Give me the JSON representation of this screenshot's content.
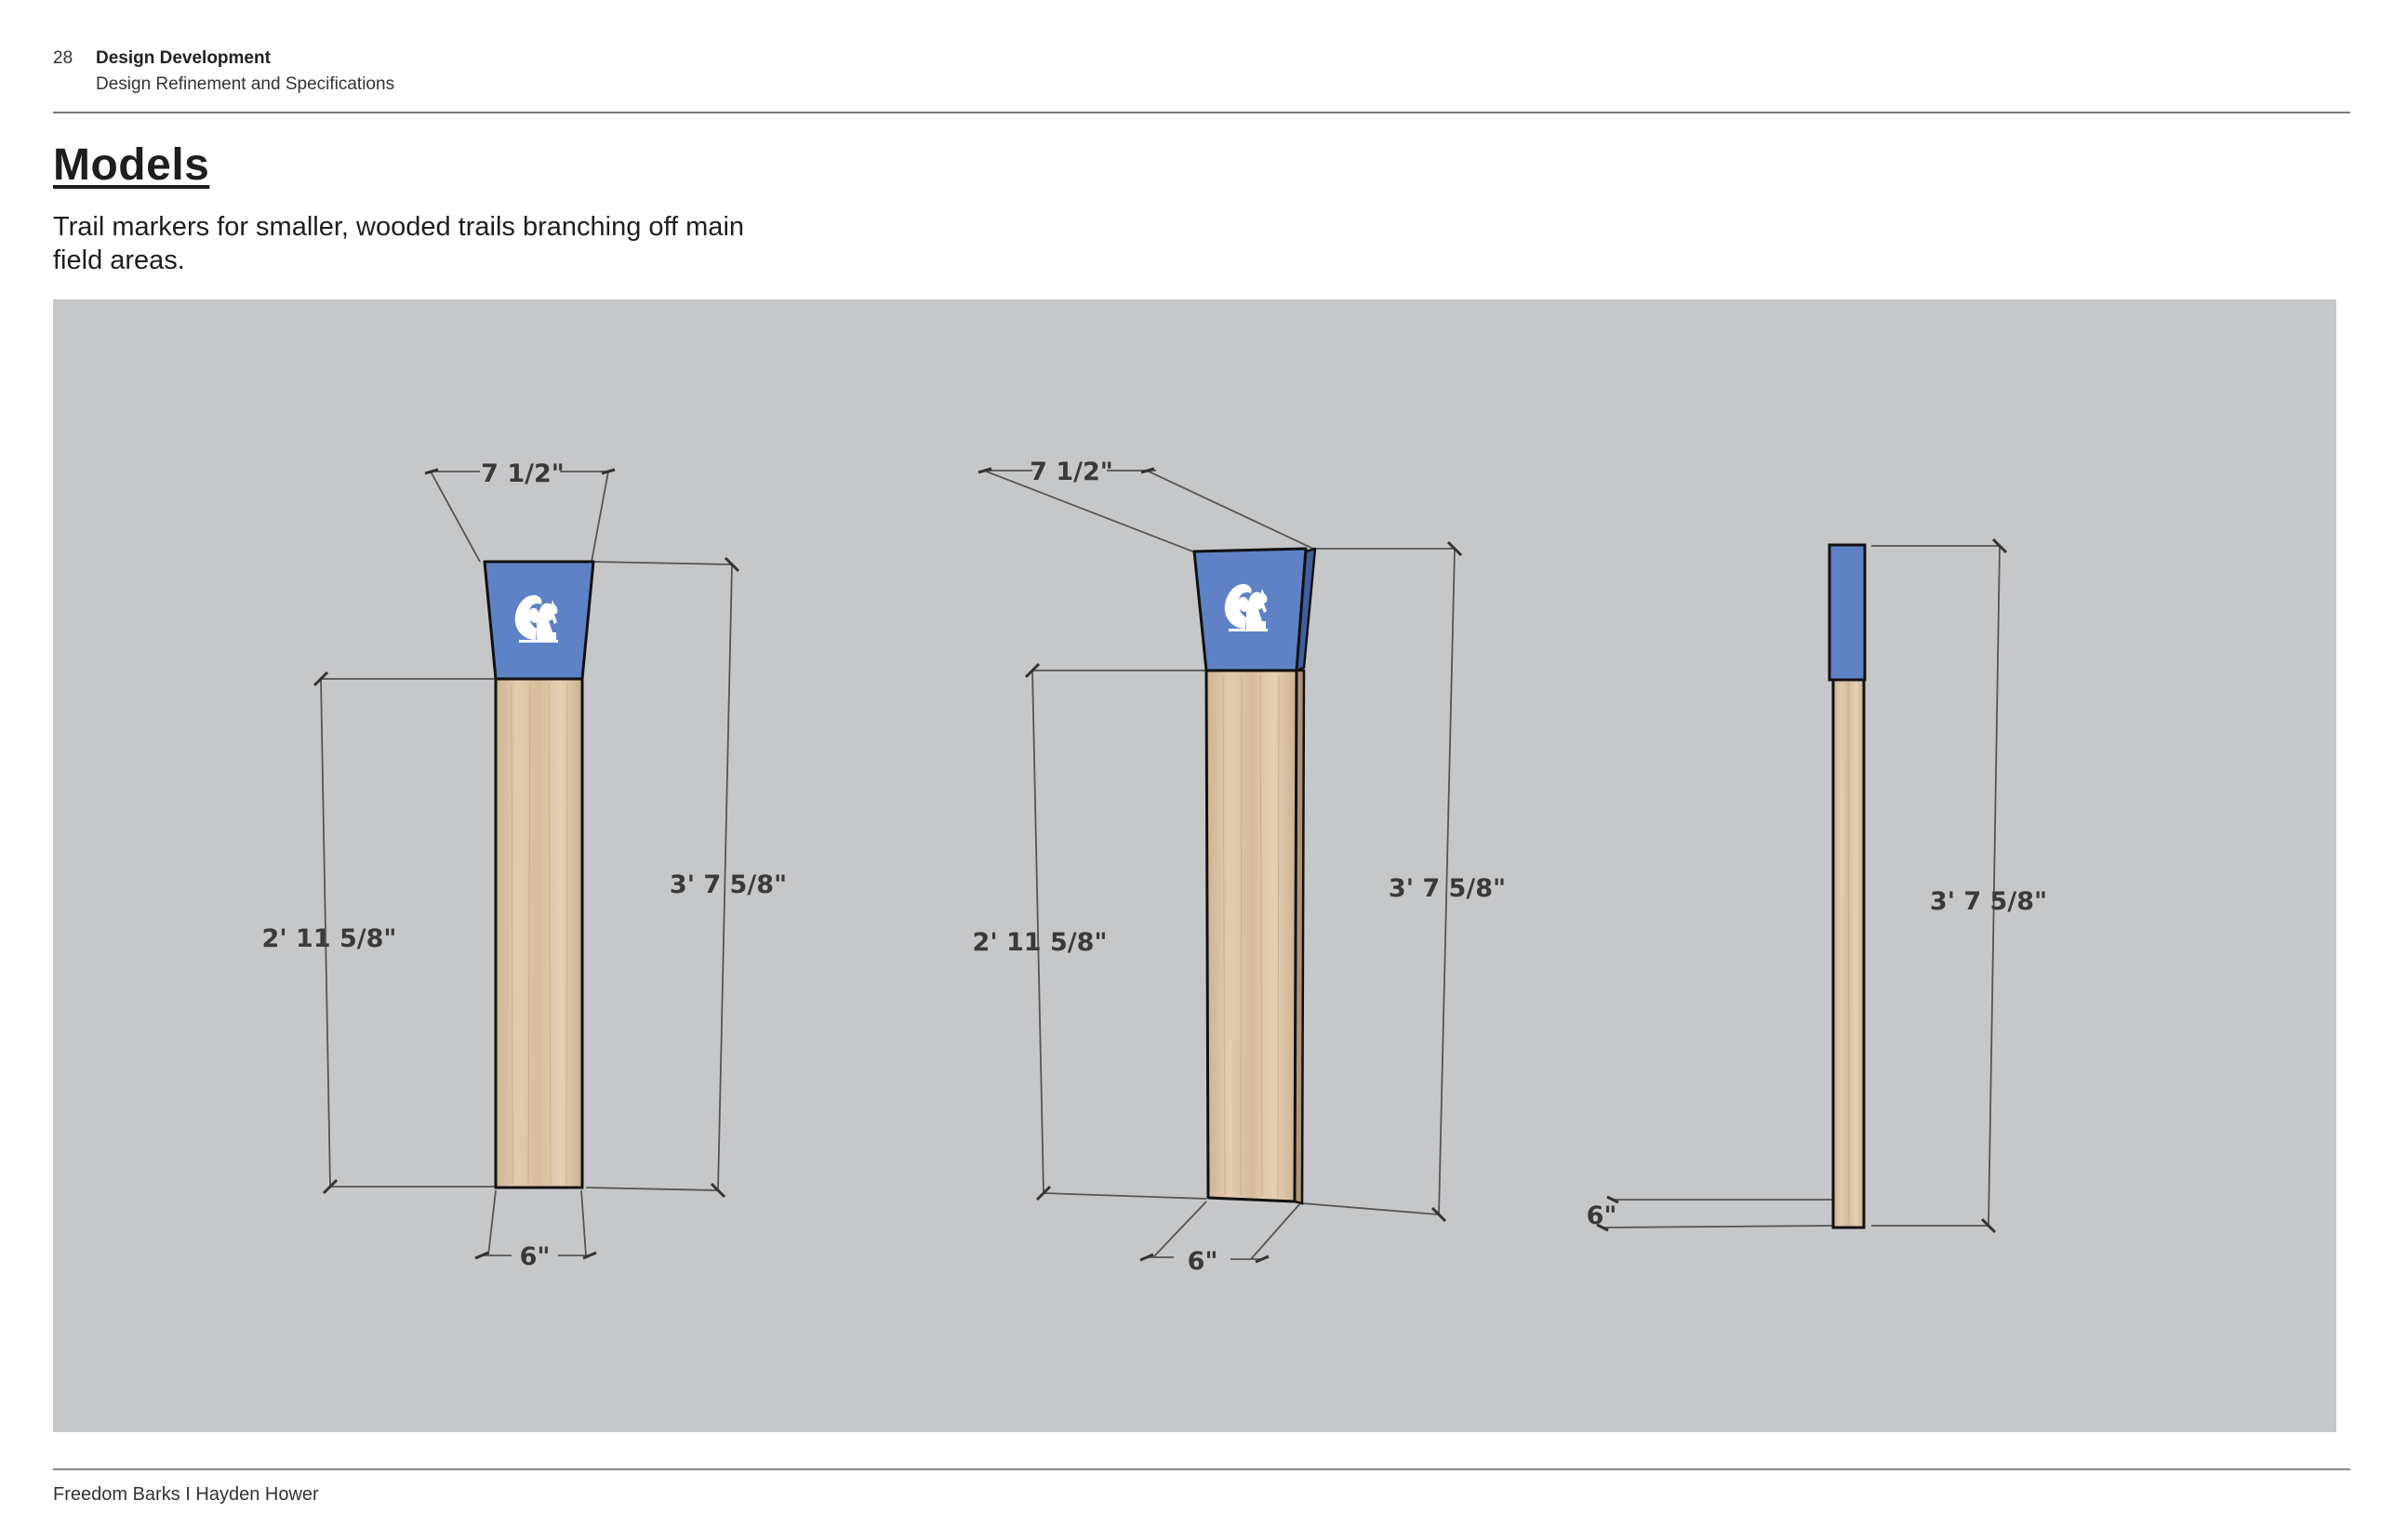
{
  "header": {
    "page_number": "28",
    "section": "Design Development",
    "subsection": "Design Refinement and Specifications"
  },
  "title": "Models",
  "description": "Trail markers for smaller, wooded trails branching off main field areas.",
  "models": [
    {
      "view": "front",
      "dims": {
        "top_width": "7 1/2\"",
        "post_height": "2' 11 5/8\"",
        "total_height": "3' 7 5/8\"",
        "base_width": "6\""
      }
    },
    {
      "view": "perspective",
      "dims": {
        "top_width": "7 1/2\"",
        "post_height": "2' 11 5/8\"",
        "total_height": "3' 7 5/8\"",
        "base_width": "6\""
      }
    },
    {
      "view": "side",
      "dims": {
        "total_height": "3' 7 5/8\"",
        "base_depth": "6\""
      }
    }
  ],
  "colors": {
    "sign_blue": "#5f82c6",
    "wood": "#d9bf9f",
    "background_panel": "#c6c7c9"
  },
  "icon": "squirrel-icon",
  "footer": "Freedom Barks I Hayden Hower"
}
